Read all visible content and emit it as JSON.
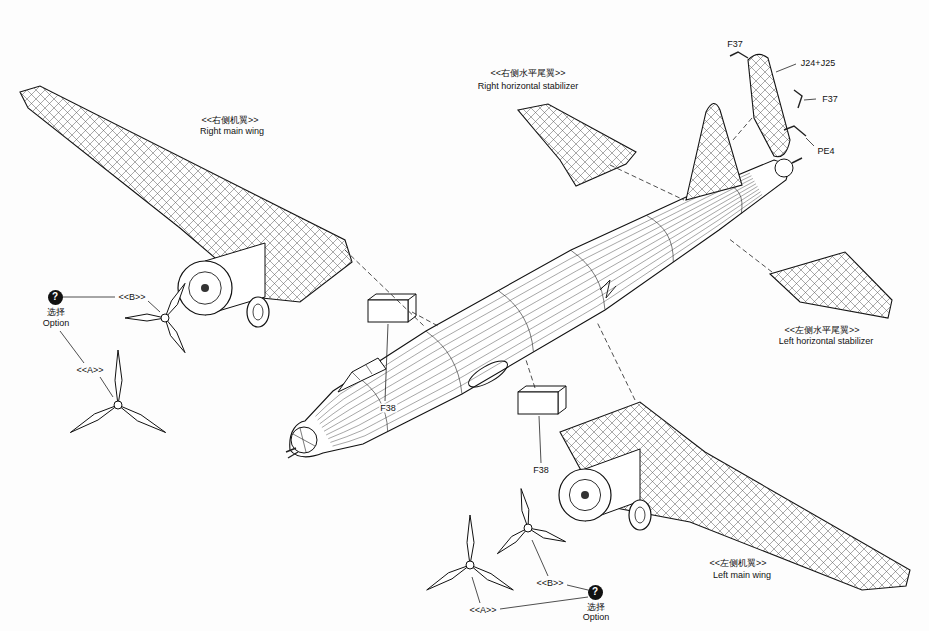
{
  "diagram": {
    "nodes": [
      {
        "text": [
          "?"
        ]
      },
      {
        "text": [
          "?"
        ]
      }
    ],
    "labels": [
      "<<右侧机翼>>",
      "Right main wing",
      "<<右侧水平尾翼>>",
      "Right horizontal stabilizer",
      "F37",
      "J24+J25",
      "F37",
      "PE4",
      "<<B>>",
      "选择",
      "Option",
      "<<A>>",
      "F38",
      "F38",
      "<<左侧水平尾翼>>",
      "Left horizontal stabilizer",
      "<<B>>",
      "<<A>>",
      "选择",
      "Option",
      "<<左侧机翼>>",
      "Left main wing"
    ]
  }
}
